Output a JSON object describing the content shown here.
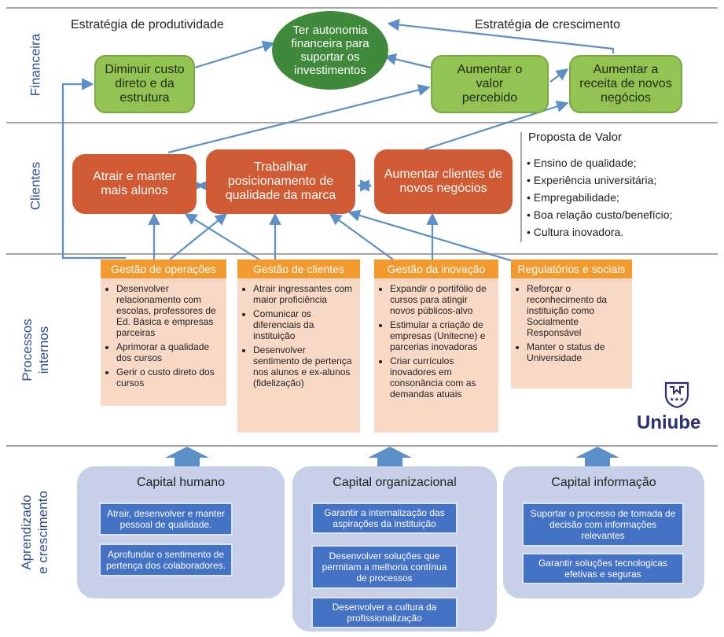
{
  "sections": {
    "financeira": "Financeira",
    "clientes": "Clientes",
    "processos": [
      "Processos",
      "internos"
    ],
    "aprendizado": [
      "Aprendizado",
      "e crescimento"
    ]
  },
  "financeira": {
    "strategy_left": "Estratégia de produtividade",
    "strategy_right": "Estratégia de crescimento",
    "goal": "Ter autonomia financeira para suportar os investimentos",
    "reduce_cost": "Diminuir custo direto e da estrutura",
    "increase_value": "Aumentar o valor percebido",
    "increase_revenue": "Aumentar a receita de novos negócios"
  },
  "clientes": {
    "attract": "Atrair e manter mais alunos",
    "brand": "Trabalhar posicionamento de qualidade da marca",
    "new_business": "Aumentar clientes de novos negócios",
    "value_prop_title": "Proposta de Valor",
    "value_prop_items": [
      "Ensino de qualidade;",
      "Experiência universitária;",
      "Empregabilidade;",
      "Boa relação custo/benefício;",
      "Cultura inovadora."
    ]
  },
  "processos": {
    "operacoes": {
      "title": "Gestão de operações",
      "items": [
        "Desenvolver relacionamento com escolas, professores de Ed. Básica e empresas parceiras",
        "Aprimorar a qualidade dos cursos",
        "Gerir o custo direto dos cursos"
      ]
    },
    "clientes": {
      "title": "Gestão de clientes",
      "items": [
        "Atrair ingressantes com maior proficiência",
        "Comunicar os diferenciais da instituição",
        "Desenvolver sentimento de pertença nos alunos e ex-alunos (fidelização)"
      ]
    },
    "inovacao": {
      "title": "Gestão da inovação",
      "items": [
        "Expandir o portifólio de cursos para atingir novos públicos-alvo",
        "Estimular a criação de empresas (Unitecne) e parcerias inovadoras",
        "Criar currículos inovadores em consonância com as demandas atuais"
      ]
    },
    "regulatorios": {
      "title": "Regulatórios e sociais",
      "items": [
        "Reforçar o reconhecimento da instituição como Socialmente Responsável",
        "Manter o status de Universidade"
      ]
    }
  },
  "logo": {
    "text": "Uniube"
  },
  "aprendizado": {
    "humano": {
      "title": "Capital humano",
      "items": [
        "Atrair, desenvolver e manter pessoal de qualidade.",
        "Aprofundar o sentimento de pertença dos colaboradores."
      ]
    },
    "organizacional": {
      "title": "Capital organizacional",
      "items": [
        "Garantir a internalização das aspirações da instituição",
        "Desenvolver soluções que permitam a melhoria contínua de processos",
        "Desenvolver a cultura da profissionalização"
      ]
    },
    "informacao": {
      "title": "Capital informação",
      "items": [
        "Suportar o processo de tomada de decisão com informações relevantes",
        "Garantir soluções tecnologicas efetivas e seguras"
      ]
    }
  },
  "colors": {
    "green_light": "#92c353",
    "green_dark": "#3f8a3a",
    "orange_box": "#cf5a33",
    "process_header": "#f39a2e",
    "process_body": "#f8d9c6",
    "capital_bg": "#c7d0e8",
    "blue_box": "#4472c4",
    "arrow": "#5b8fc7",
    "label": "#2e4f8f"
  }
}
